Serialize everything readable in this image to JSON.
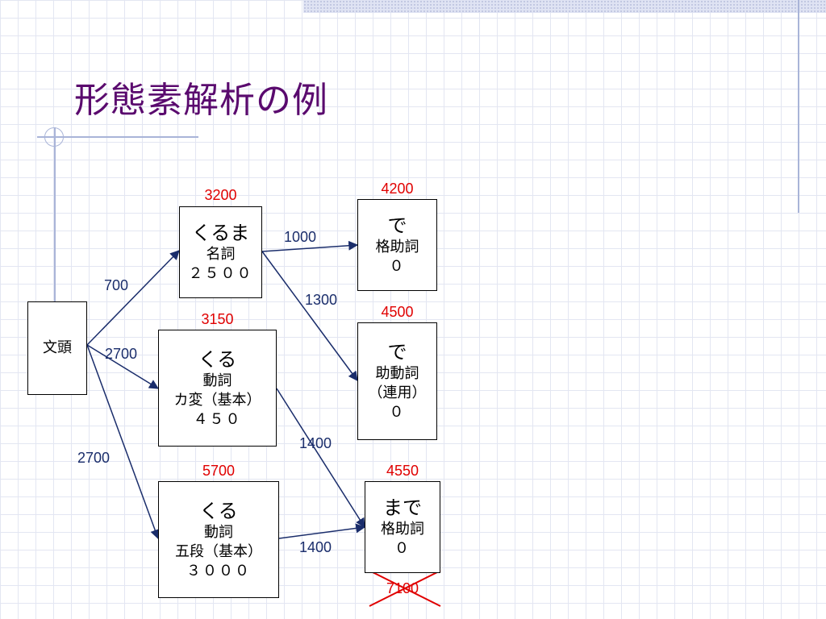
{
  "title": "形態素解析の例",
  "nodes": {
    "bunto": {
      "label": "文頭"
    },
    "kuruma": {
      "surface": "くるま",
      "pos": "名詞",
      "cost": "２５００",
      "score": "3200"
    },
    "kuru_ka": {
      "surface": "くる",
      "pos": "動詞",
      "conj": "カ変（基本）",
      "cost": "４５０",
      "score": "3150"
    },
    "kuru_go": {
      "surface": "くる",
      "pos": "動詞",
      "conj": "五段（基本）",
      "cost": "３０００",
      "score": "5700"
    },
    "de_kaku": {
      "surface": "で",
      "pos": "格助詞",
      "cost": "０",
      "score": "4200"
    },
    "de_jodo": {
      "surface": "で",
      "pos": "助動詞",
      "conj": "（連用）",
      "cost": "０",
      "score": "4500"
    },
    "made": {
      "surface": "まで",
      "pos": "格助詞",
      "cost": "０",
      "score": "4550",
      "rejected_score": "7100"
    }
  },
  "edges": [
    {
      "id": "e1",
      "from": "bunto",
      "to": "kuruma",
      "cost": "700"
    },
    {
      "id": "e2",
      "from": "bunto",
      "to": "kuru_ka",
      "cost": "2700"
    },
    {
      "id": "e3",
      "from": "bunto",
      "to": "kuru_go",
      "cost": "2700"
    },
    {
      "id": "e4",
      "from": "kuruma",
      "to": "de_kaku",
      "cost": "1000"
    },
    {
      "id": "e5",
      "from": "kuruma",
      "to": "de_jodo",
      "cost": "1300"
    },
    {
      "id": "e6",
      "from": "kuru_ka",
      "to": "made",
      "cost": "1400"
    },
    {
      "id": "e7",
      "from": "kuru_go",
      "to": "made",
      "cost": "1400"
    }
  ],
  "colors": {
    "title": "#5a0a6e",
    "score": "#e00000",
    "edge": "#1a2d6b",
    "strike": "#e00000"
  }
}
